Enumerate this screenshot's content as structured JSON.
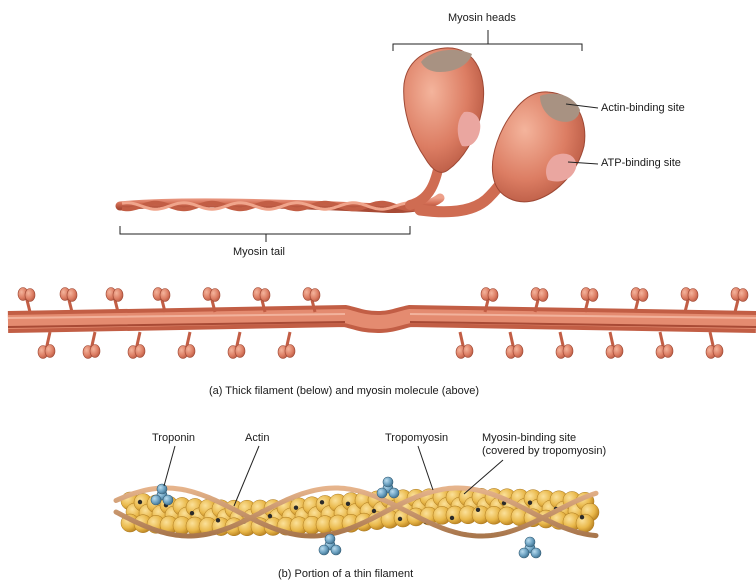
{
  "labels": {
    "myosin_heads": "Myosin heads",
    "actin_binding_site": "Actin-binding site",
    "atp_binding_site": "ATP-binding site",
    "myosin_tail": "Myosin tail",
    "troponin": "Troponin",
    "actin": "Actin",
    "tropomyosin": "Tropomyosin",
    "myosin_binding_site_line1": "Myosin-binding site",
    "myosin_binding_site_line2": "(covered by tropomyosin)"
  },
  "captions": {
    "a": "(a) Thick filament (below) and myosin molecule (above)",
    "b": "(b) Portion of a thin filament"
  },
  "colors": {
    "myosin": "#d9775f",
    "myosin_dark": "#a94a36",
    "myosin_light": "#f0b09a",
    "actin_site": "#a89282",
    "atp_site": "#eaa6a0",
    "actin_bead": "#e9b84a",
    "actin_bead_dark": "#b98120",
    "tropomyosin": "#c9956a",
    "troponin": "#6aa0c0",
    "line": "#222222"
  }
}
